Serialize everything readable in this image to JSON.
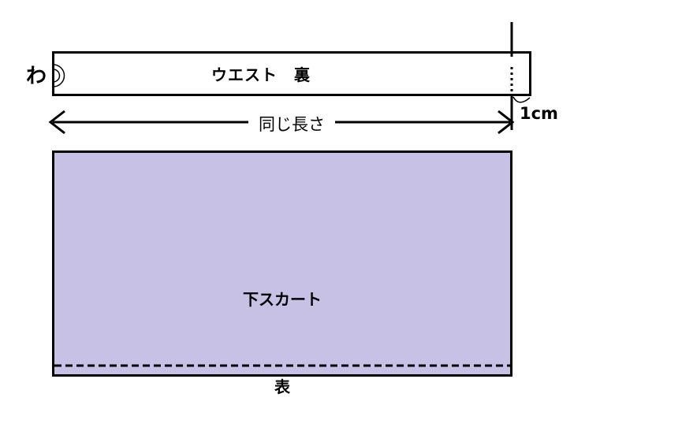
{
  "colors": {
    "skirt_fill": "#c7c1e5",
    "line": "#000000",
    "background": "#ffffff"
  },
  "waistband": {
    "label": "ウエスト　裏",
    "fold_label": "わ"
  },
  "seam_allowance": {
    "label": "1cm"
  },
  "length_arrow": {
    "label": "同じ長さ"
  },
  "skirt": {
    "label_line1": "下スカート",
    "label_line2": "表"
  }
}
